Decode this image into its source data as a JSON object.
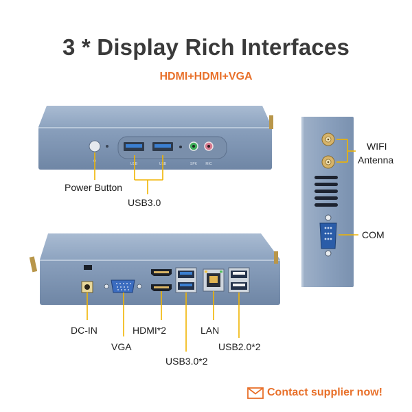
{
  "header": {
    "title": "3 * Display Rich Interfaces",
    "subtitle": "HDMI+HDMI+VGA"
  },
  "front_panel": {
    "power_button_label": "Power Button",
    "usb_label": "USB3.0",
    "port_texts": [
      "USB",
      "USB",
      "SPK",
      "MIC"
    ]
  },
  "side_panel": {
    "wifi_label": "WIFI",
    "antenna_label": "Antenna",
    "com_label": "COM"
  },
  "rear_panel": {
    "dc_in_label": "DC-IN",
    "vga_label": "VGA",
    "hdmi_label": "HDMI*2",
    "lan_label": "LAN",
    "usb30_label": "USB3.0*2",
    "usb20_label": "USB2.0*2"
  },
  "footer": {
    "contact_label": "Contact supplier now!"
  },
  "colors": {
    "accent": "#e8702a",
    "device": "#8ea4c0",
    "usb_blue": "#3b7fd0"
  }
}
